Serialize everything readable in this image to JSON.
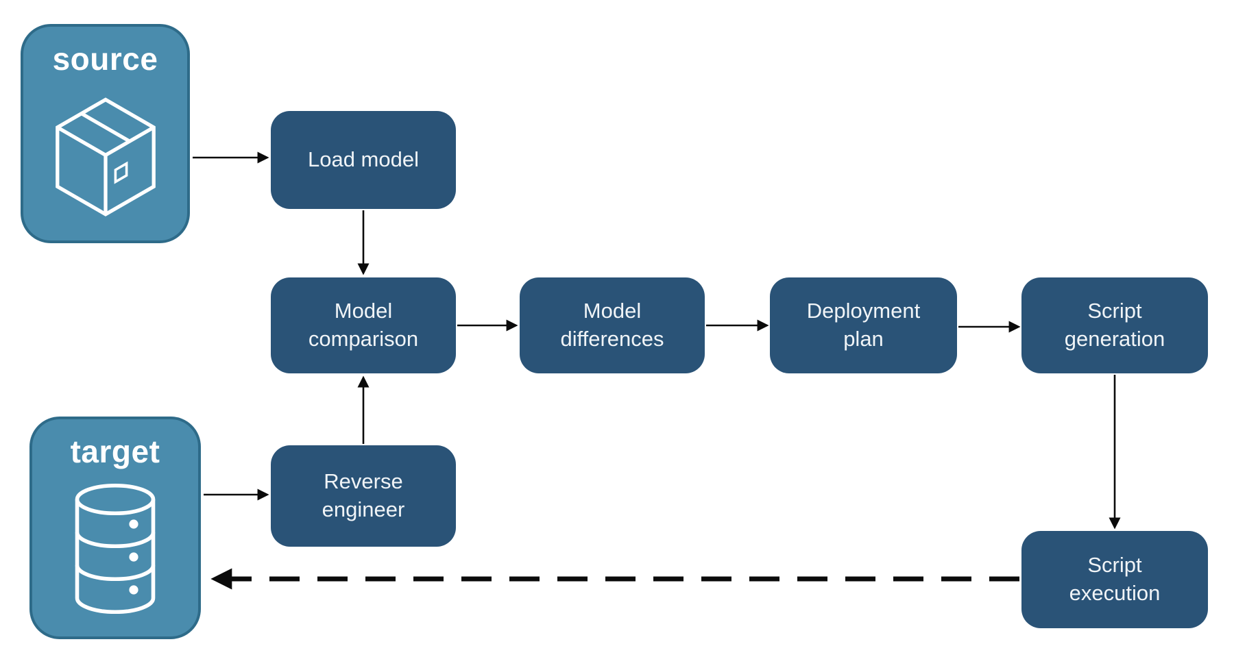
{
  "diagram": {
    "type": "flowchart",
    "description": "Schema / model deployment pipeline between a source package and a target database"
  },
  "endpoints": {
    "source": {
      "label": "source",
      "icon": "package-icon"
    },
    "target": {
      "label": "target",
      "icon": "database-icon"
    }
  },
  "nodes": {
    "load_model": {
      "label": "Load model"
    },
    "model_comparison": {
      "label": "Model comparison"
    },
    "model_differences": {
      "label": "Model differences"
    },
    "deployment_plan": {
      "label": "Deployment plan"
    },
    "script_generation": {
      "label": "Script generation"
    },
    "reverse_engineer": {
      "label": "Reverse engineer"
    },
    "script_execution": {
      "label": "Script execution"
    }
  },
  "connections": [
    {
      "from": "source",
      "to": "load_model",
      "style": "solid"
    },
    {
      "from": "load_model",
      "to": "model_comparison",
      "style": "solid"
    },
    {
      "from": "target",
      "to": "reverse_engineer",
      "style": "solid"
    },
    {
      "from": "reverse_engineer",
      "to": "model_comparison",
      "style": "solid"
    },
    {
      "from": "model_comparison",
      "to": "model_differences",
      "style": "solid"
    },
    {
      "from": "model_differences",
      "to": "deployment_plan",
      "style": "solid"
    },
    {
      "from": "deployment_plan",
      "to": "script_generation",
      "style": "solid"
    },
    {
      "from": "script_generation",
      "to": "script_execution",
      "style": "solid"
    },
    {
      "from": "script_execution",
      "to": "target",
      "style": "dashed"
    }
  ],
  "colors": {
    "background": "#FFFFFF",
    "node_fill": "#2A5377",
    "node_text": "#F0F4F7",
    "endpoint_fill": "#4A8CAD",
    "endpoint_border": "#2E6B89",
    "endpoint_text": "#FFFFFF",
    "connector": "#0B0B0B"
  }
}
